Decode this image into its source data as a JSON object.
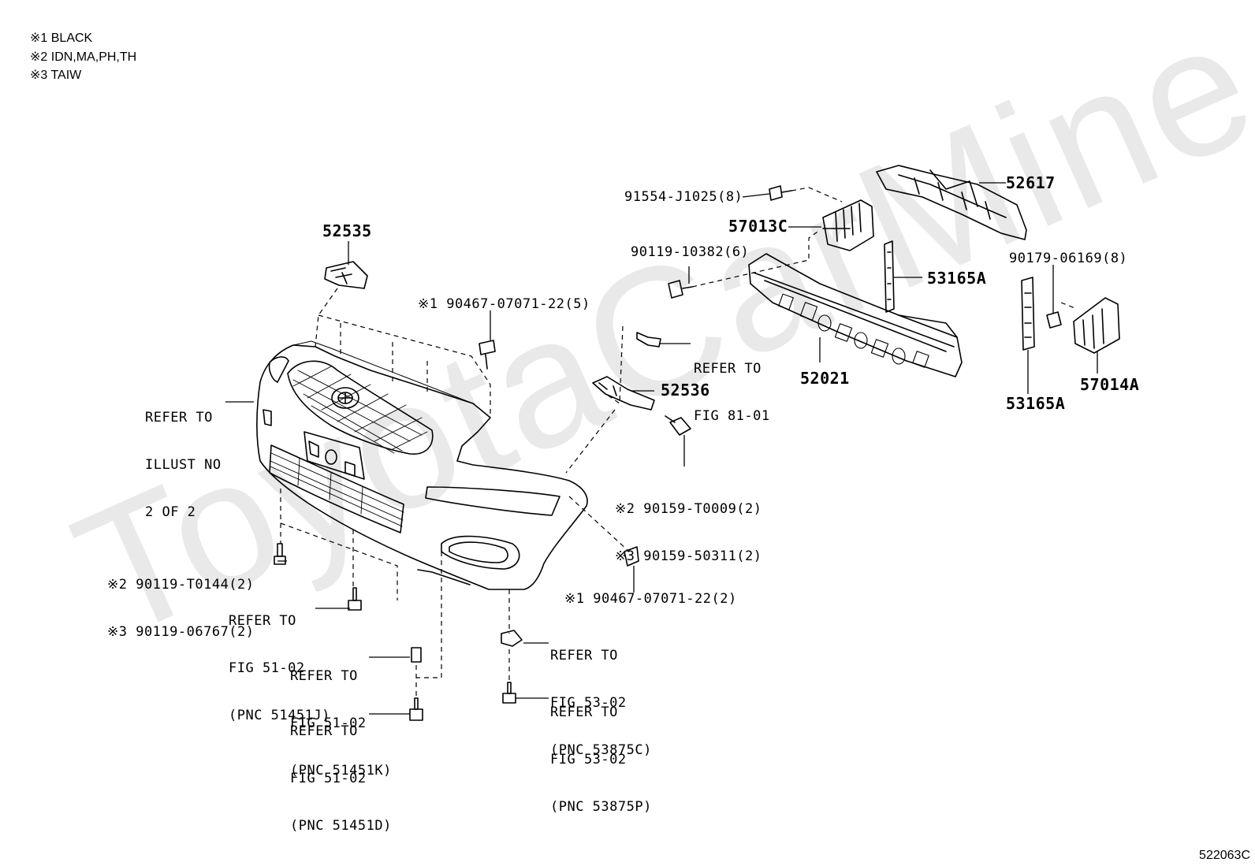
{
  "watermark": "ToyotaCarMine.ru",
  "notes": [
    "※1 BLACK",
    "※2 IDN,MA,PH,TH",
    "※3 TAIW"
  ],
  "figure_code": "522063C",
  "labels": {
    "p52535": "52535",
    "p90467_top": "※1 90467-07071-22(5)",
    "refer_illust": [
      "REFER TO",
      "ILLUST NO",
      "2 OF 2"
    ],
    "p91554": "91554-J1025(8)",
    "p57013C": "57013C",
    "p52617": "52617",
    "p90119_10382": "90119-10382(6)",
    "p53165A_a": "53165A",
    "p90179": "90179-06169(8)",
    "refer_81": [
      "REFER TO",
      "FIG 81-01"
    ],
    "p52021": "52021",
    "p52536": "52536",
    "p53165A_b": "53165A",
    "p57014A": "57014A",
    "p90159": [
      "※2 90159-T0009(2)",
      "※3 90159-50311(2)"
    ],
    "p90119_t": [
      "※2 90119-T0144(2)",
      "※3 90119-06767(2)"
    ],
    "refer_51451J": [
      "REFER TO",
      "FIG 51-02",
      "(PNC 51451J)"
    ],
    "p90467_bottom": "※1 90467-07071-22(2)",
    "refer_53875C": [
      "REFER TO",
      "FIG 53-02",
      "(PNC 53875C)"
    ],
    "refer_51451K": [
      "REFER TO",
      "FIG 51-02",
      "(PNC 51451K)"
    ],
    "refer_53875P": [
      "REFER TO",
      "FIG 53-02",
      "(PNC 53875P)"
    ],
    "refer_51451D": [
      "REFER TO",
      "FIG 51-02",
      "(PNC 51451D)"
    ]
  }
}
